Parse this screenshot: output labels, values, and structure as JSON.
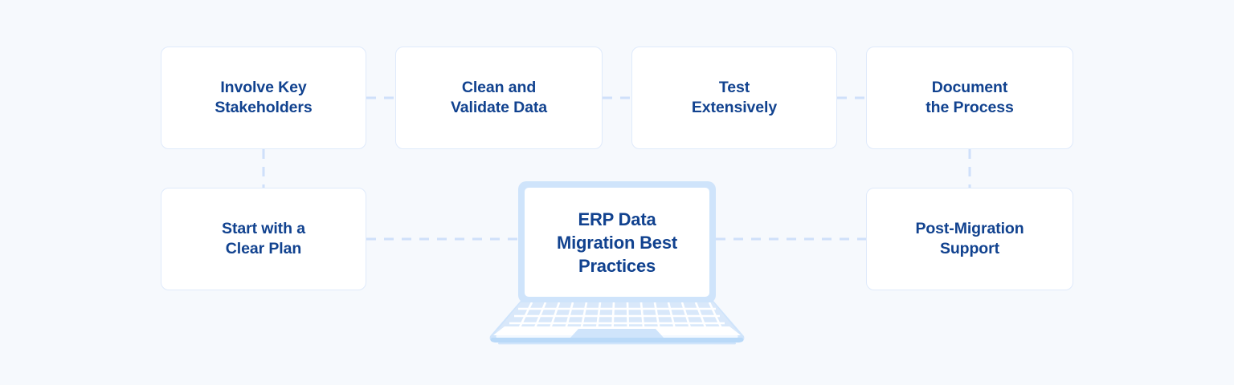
{
  "diagram": {
    "title": "ERP Data Migration Best Practices",
    "type": "mind-map",
    "background_color": "#f6f9fd",
    "accent_color": "#11428f",
    "line_color": "#cfe0fa",
    "card_border_color": "#dfeafb",
    "laptop_color": "#cfe4fb"
  },
  "center": {
    "label": "ERP Data\nMigration Best\nPractices",
    "device": "laptop"
  },
  "cards": {
    "top_row": [
      {
        "id": "involve-key-stakeholders",
        "label": "Involve Key\nStakeholders"
      },
      {
        "id": "clean-and-validate-data",
        "label": "Clean and\nValidate Data"
      },
      {
        "id": "test-extensively",
        "label": "Test\nExtensively"
      },
      {
        "id": "document-the-process",
        "label": "Document\nthe Process"
      }
    ],
    "bottom_row": [
      {
        "id": "start-with-a-clear-plan",
        "label": "Start with a\nClear Plan"
      },
      {
        "id": "post-migration-support",
        "label": "Post-Migration\nSupport"
      }
    ]
  },
  "connectors": [
    {
      "id": "top-1-to-top-2",
      "orientation": "horizontal"
    },
    {
      "id": "top-2-to-top-3",
      "orientation": "horizontal"
    },
    {
      "id": "top-3-to-top-4",
      "orientation": "horizontal"
    },
    {
      "id": "top-1-to-bottom-left",
      "orientation": "vertical"
    },
    {
      "id": "top-4-to-bottom-right",
      "orientation": "vertical"
    },
    {
      "id": "bottom-left-to-center",
      "orientation": "horizontal"
    },
    {
      "id": "center-to-bottom-right",
      "orientation": "horizontal"
    }
  ]
}
